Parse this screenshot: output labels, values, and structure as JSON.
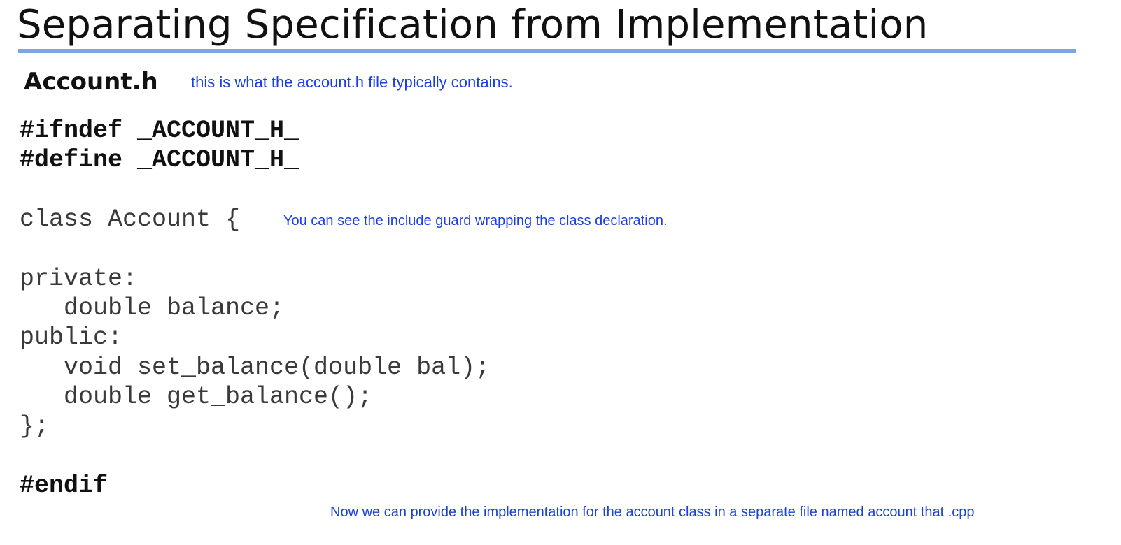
{
  "slide": {
    "title": "Separating Specification from Implementation",
    "filename": "Account.h",
    "notes": {
      "header_note": "this is what the account.h file typically contains.",
      "guard_note": "You can see the include guard wrapping the class declaration.",
      "impl_note": "Now we can provide the implementation for the account class in a separate file named account that .cpp"
    },
    "code": {
      "ifndef": "#ifndef _ACCOUNT_H_",
      "define": "#define _ACCOUNT_H_",
      "class_open": "class Account {",
      "private": "private:",
      "balance": "double balance;",
      "public": "public:",
      "set_balance": "void set_balance(double bal);",
      "get_balance": "double get_balance();",
      "class_close": "};",
      "endif": "#endif"
    },
    "colors": {
      "accent_rule": "#7aa6e8",
      "note_text": "#1a3fe0"
    }
  }
}
